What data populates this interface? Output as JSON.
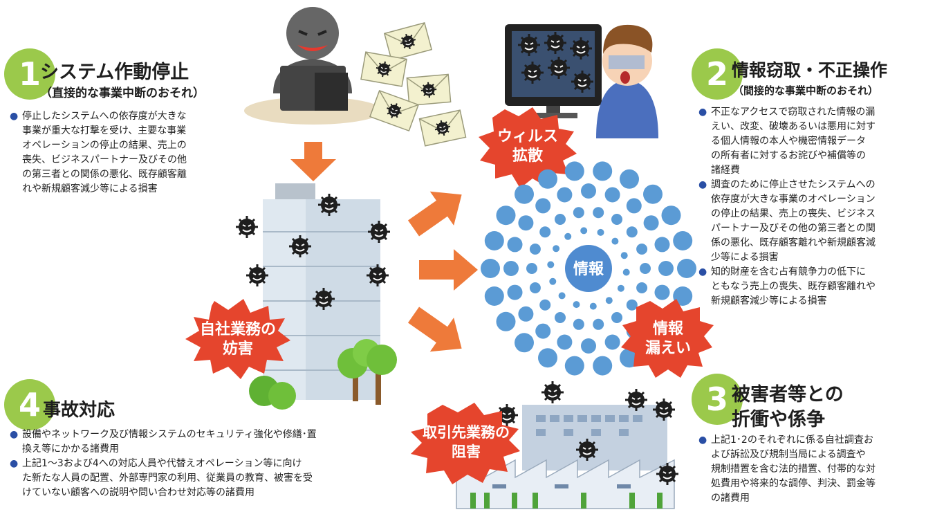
{
  "colors": {
    "accent_green": "#9bc94b",
    "burst_red": "#e5452d",
    "arrow_orange": "#ee7a3a",
    "bullet_blue": "#2a4fa5",
    "dot_blue": "#5b9bd5"
  },
  "panel1": {
    "number": "1",
    "title": "システム作動停止",
    "subtitle": "（直接的な事業中断のおそれ）",
    "bullets": [
      "停止したシステムへの依存度が大きな\n事業が重大な打撃を受け、主要な事業\nオペレーションの停止の結果、売上の\n喪失、ビジネスパートナー及びその他\nの第三者との関係の悪化、既存顧客離\nれや新規顧客減少等による損害"
    ]
  },
  "panel2": {
    "number": "2",
    "title": "情報窃取・不正操作",
    "subtitle": "（間接的な事業中断のおそれ）",
    "bullets": [
      "不正なアクセスで窃取された情報の漏\nえい、改変、破壊あるいは悪用に対す\nる個人情報の本人や機密情報データ\nの所有者に対するお詫びや補償等の\n諸経費",
      "調査のために停止させたシステムへの\n依存度が大きな事業のオペレーション\nの停止の結果、売上の喪失、ビジネス\nパートナー及びその他の第三者との関\n係の悪化、既存顧客離れや新規顧客減\n少等による損害",
      "知的財産を含む占有競争力の低下に\nともなう売上の喪失、既存顧客離れや\n新規顧客減少等による損害"
    ]
  },
  "panel3": {
    "number": "3",
    "title_line1": "被害者等との",
    "title_line2": "折衝や係争",
    "bullets": [
      "上記1･2のそれぞれに係る自社調査お\nよび訴訟及び規制当局による調査や\n規制措置を含む法的措置、付帯的な対\n処費用や将来的な調停、判決、罰金等\nの諸費用"
    ]
  },
  "panel4": {
    "number": "4",
    "title": "事故対応",
    "bullets": [
      "設備やネットワーク及び情報システムのセキュリティ強化や修繕･置\n換え等にかかる諸費用",
      "上記1～3および4への対応人員や代替えオペレーション等に向け\nた新たな人員の配置、外部専門家の利用、従業員の教育、被害を受\nけていない顧客への説明や問い合わせ対応等の諸費用"
    ]
  },
  "labels": {
    "virus_line1": "ウィルス",
    "virus_line2": "拡散",
    "own_business_line1": "自社業務の",
    "own_business_line2": "妨害",
    "info_center": "情報",
    "leak_line1": "情報",
    "leak_line2": "漏えい",
    "partner_line1": "取引先業務の",
    "partner_line2": "阻害"
  },
  "icons": [
    "hacker-icon",
    "virus-email-icon",
    "computer-virus-icon",
    "worried-person-icon",
    "office-building-icon",
    "virus-icon",
    "tree-icon",
    "factory-icon",
    "arrow-icon"
  ]
}
